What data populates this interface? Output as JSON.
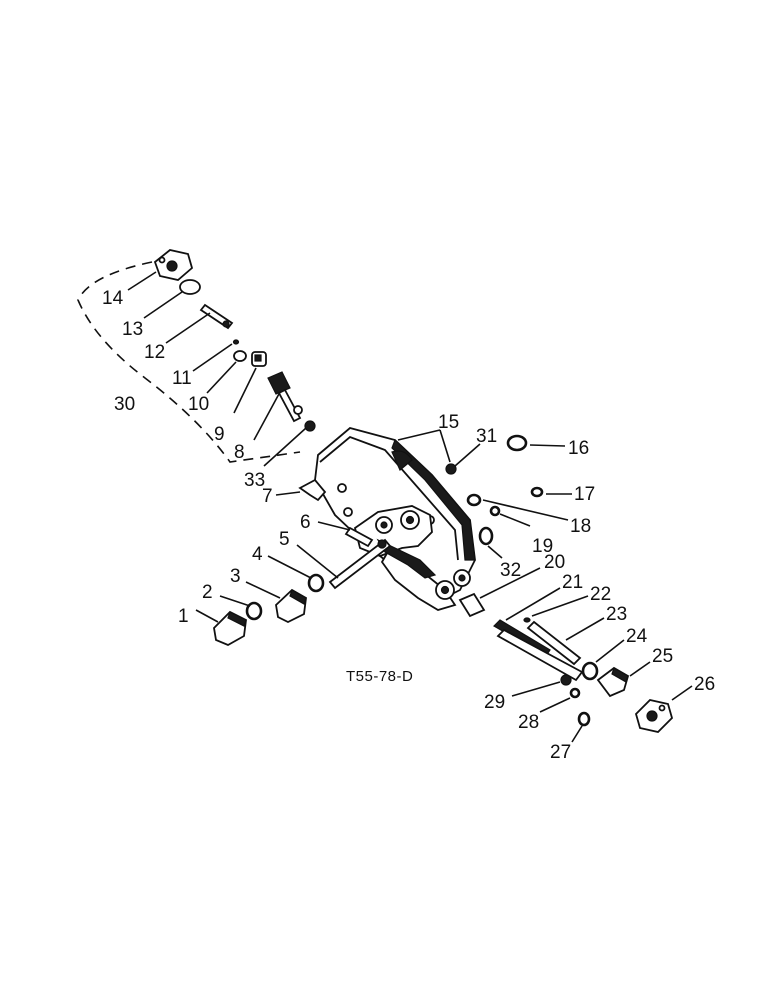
{
  "figure": {
    "code": "T55-78-D",
    "callouts": [
      "1",
      "2",
      "3",
      "4",
      "5",
      "6",
      "7",
      "8",
      "9",
      "10",
      "11",
      "12",
      "13",
      "14",
      "15",
      "16",
      "17",
      "18",
      "19",
      "20",
      "21",
      "22",
      "23",
      "24",
      "25",
      "26",
      "27",
      "28",
      "29",
      "30",
      "31",
      "32",
      "33"
    ]
  }
}
